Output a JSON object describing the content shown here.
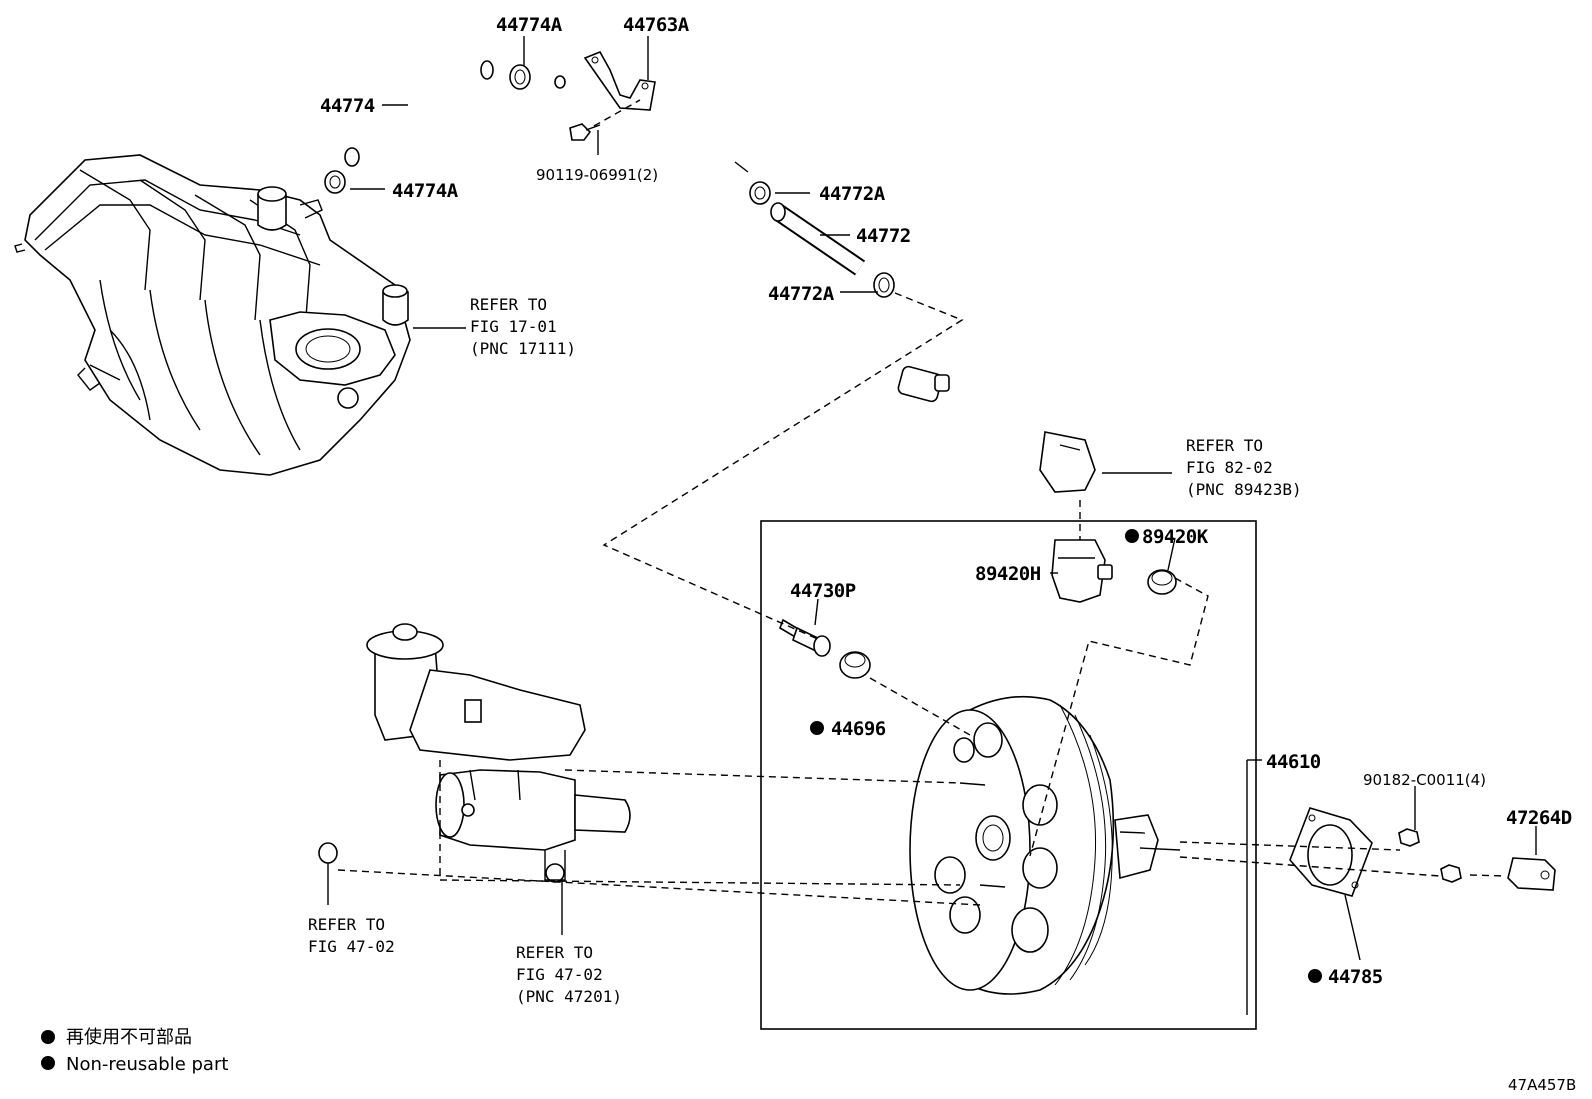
{
  "parts": {
    "p44774A_top": "44774A",
    "p44763A": "44763A",
    "p44774": "44774",
    "p90119": "90119-06991(2)",
    "p44774A_low": "44774A",
    "p44772A_top": "44772A",
    "p44772": "44772",
    "p44772A_low": "44772A",
    "p89420K": "89420K",
    "p89420H": "89420H",
    "p44730P": "44730P",
    "p44696": "44696",
    "p44610": "44610",
    "p90182": "90182-C0011(4)",
    "p47264D": "47264D",
    "p44785": "44785"
  },
  "refs": {
    "manifold": [
      "REFER TO",
      "FIG 17-01",
      "(PNC 17111)"
    ],
    "sensor": [
      "REFER TO",
      "FIG 82-02",
      "(PNC 89423B)"
    ],
    "clip": [
      "REFER TO",
      "FIG 47-02"
    ],
    "master": [
      "REFER TO",
      "FIG 47-02",
      "(PNC 47201)"
    ]
  },
  "legend": {
    "line1": "再使用不可部品",
    "line2": "Non-reusable part"
  },
  "diagram_code": "47A457B"
}
